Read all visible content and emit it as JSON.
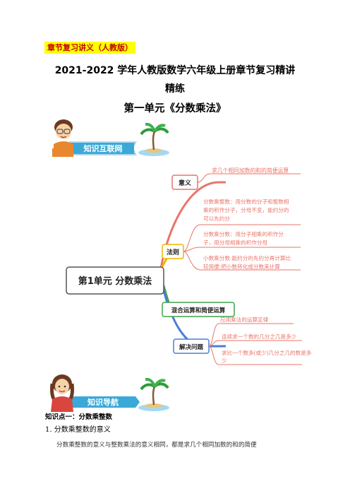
{
  "header_tag": "章节复习讲义（人教版）",
  "title_line1": "2021-2022 学年人教版数学六年级上册章节复习精讲",
  "title_line2": "精练",
  "title_line3": "第一单元《分数乘法》",
  "banner1_label": "知识互联网",
  "banner2_label": "知识导航",
  "mindmap": {
    "center": "第1单元 分数乘法",
    "branch_meaning": "意义",
    "branch_meaning_text": "求几个相同加数的和的简便运算",
    "branch_rules": "法则",
    "rule1_line1": "分数乘整数：用分数的分子和整数相",
    "rule1_line2": "乘的积作分子，分母不变，能约分的",
    "rule1_line3": "可以先约分",
    "rule2_line1": "分数乘分数：用分子相乘的积作分",
    "rule2_line2": "子，用分母相乘的积作分母",
    "rule3_line1": "小数乘分数:能约分的先约分再计算比",
    "rule3_line2": "较简便;把小数转化成分数来计算",
    "branch_mixed": "混合运算和简便运算",
    "mixed_text": "应用乘法的运算定律",
    "branch_solve": "解决问题",
    "solve1": "连续求一个数的几分之几是多少",
    "solve2_line1": "求比一个数多(或少)几分之几的数是多",
    "solve2_line2": "少"
  },
  "colors": {
    "tag_bg": "#ffff00",
    "tag_text": "#c00000",
    "branch_red": "#e8756a",
    "branch_yellow": "#f0b400",
    "branch_green": "#3fa34d",
    "branch_blue": "#4a7fd4"
  },
  "kp1_title": "知识点一：分数乘整数",
  "kp1_sub": "1.  分数乘整数的意义",
  "kp1_body": "分数乘整数的意义与整数乘法的意义相同，都是求几个相同加数的和的简便"
}
